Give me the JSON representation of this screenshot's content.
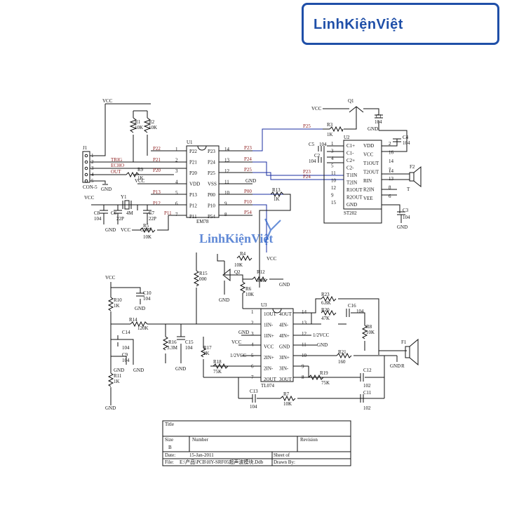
{
  "brand": {
    "name": "LinhKiệnViệt",
    "color": "#1f4fa8"
  },
  "watermark": "LinhKiệnViệt",
  "power": {
    "vcc": "VCC",
    "gnd": "GND",
    "half_vcc": "1/2VCC"
  },
  "connector": {
    "ref": "J1",
    "name": "CON-5",
    "pins": [
      "1",
      "2",
      "3",
      "4",
      "5"
    ],
    "signals": [
      "TRIG",
      "ECHO",
      "OUT"
    ]
  },
  "u1": {
    "ref": "U1",
    "name": "EM78",
    "left_pins": [
      [
        "P22",
        "1"
      ],
      [
        "P21",
        "2"
      ],
      [
        "P20",
        "3"
      ],
      [
        "VDD",
        "4"
      ],
      [
        "P13",
        "5"
      ],
      [
        "P12",
        "6"
      ],
      [
        "P11",
        "7"
      ]
    ],
    "right_pins": [
      [
        "P23",
        "14"
      ],
      [
        "P24",
        "13"
      ],
      [
        "P25",
        "12"
      ],
      [
        "VSS",
        "11"
      ],
      [
        "P00",
        "10"
      ],
      [
        "P10",
        "9"
      ],
      [
        "P54",
        "8"
      ]
    ]
  },
  "u2": {
    "ref": "U2",
    "name": "ST202",
    "left_pins": [
      [
        "C1+",
        "1"
      ],
      [
        "C1-",
        "3"
      ],
      [
        "C2+",
        "4"
      ],
      [
        "C2-",
        "5"
      ],
      [
        "T1IN",
        "11"
      ],
      [
        "T2IN",
        "10"
      ],
      [
        "R1OUT",
        "12"
      ],
      [
        "R2OUT",
        "9"
      ],
      [
        "GND",
        "15"
      ]
    ],
    "right_pins": [
      [
        "VDD",
        "2"
      ],
      [
        "VCC",
        "16"
      ],
      [
        "T1OUT",
        "14"
      ],
      [
        "T2OUT",
        "7"
      ],
      [
        "RIN",
        "13"
      ],
      [
        "R2IN",
        "8"
      ],
      [
        "VEE",
        "6"
      ]
    ]
  },
  "u3": {
    "ref": "U3",
    "name": "TL074",
    "left_pins": [
      [
        "1OUT",
        "1"
      ],
      [
        "1IN-",
        "2"
      ],
      [
        "1IN+",
        "3"
      ],
      [
        "VCC",
        "4"
      ],
      [
        "2IN+",
        "5"
      ],
      [
        "2IN-",
        "6"
      ],
      [
        "2OUT",
        "7"
      ]
    ],
    "right_pins": [
      [
        "4OUT",
        "14"
      ],
      [
        "4IN-",
        "13"
      ],
      [
        "4IN+",
        "12"
      ],
      [
        "GND",
        "11"
      ],
      [
        "3IN+",
        "10"
      ],
      [
        "3IN-",
        "9"
      ],
      [
        "3OUT",
        "8"
      ]
    ]
  },
  "nets": {
    "p22": "P22",
    "p21": "P21",
    "p20": "P20",
    "p13": "P13",
    "p12": "P12",
    "p11": "P11",
    "p23": "P23",
    "p24": "P24",
    "p25": "P25",
    "p00": "P00",
    "p10": "P10",
    "p54": "P54"
  },
  "transistors": {
    "q1": "Q1",
    "q2": "Q2"
  },
  "transducers": {
    "f2": "F2",
    "t": "T",
    "f1": "F1",
    "r": "R"
  },
  "crystal": {
    "ref": "Y1",
    "value": "4M"
  },
  "components": {
    "r1": [
      "R1",
      "10K"
    ],
    "r2": [
      "R2",
      "10K"
    ],
    "r9": [
      "R9",
      "1K"
    ],
    "r5": [
      "R5",
      "10K"
    ],
    "r3": [
      "R3",
      "1K"
    ],
    "r13": [
      "R13",
      "1K"
    ],
    "r4": [
      "R4",
      "10K"
    ],
    "r12": [
      "R12",
      "3.9K"
    ],
    "r6": [
      "R6",
      "10K"
    ],
    "r15": [
      "R15",
      "000"
    ],
    "r10": [
      "R10",
      "1K"
    ],
    "r14": [
      "R14",
      "120K"
    ],
    "r16": [
      "R16",
      "3.3M"
    ],
    "r11": [
      "R11",
      "1K"
    ],
    "r17": [
      "R17",
      "2K"
    ],
    "r18": [
      "R18",
      "75K"
    ],
    "r23": [
      "R23",
      "6.8K"
    ],
    "r20": [
      "R20",
      "47K"
    ],
    "r8": [
      "R8",
      "10K"
    ],
    "r21": [
      "R21",
      "160"
    ],
    "r19": [
      "R19",
      "75K"
    ],
    "r7": [
      "R7",
      "10K"
    ],
    "c1": [
      "C1",
      "104"
    ],
    "c4": [
      "C4",
      "104"
    ],
    "c5": [
      "C5",
      "104"
    ],
    "c2": [
      "C2",
      "104"
    ],
    "c3": [
      "C3",
      "104"
    ],
    "c8": [
      "C8",
      "104"
    ],
    "c6": [
      "C6",
      "22P"
    ],
    "c7": [
      "C7",
      "22P"
    ],
    "c10": [
      "C10",
      "104"
    ],
    "c14": [
      "C14",
      "104"
    ],
    "c9": [
      "C9",
      "104"
    ],
    "c15": [
      "C15",
      "104"
    ],
    "c16": [
      "C16",
      "104"
    ],
    "c12": [
      "C12",
      "102"
    ],
    "c13": [
      "C13",
      "104"
    ],
    "c11": [
      "C11",
      "102"
    ]
  },
  "title_block": {
    "title_label": "Title",
    "size_label": "Size",
    "size_value": "B",
    "number_label": "Number",
    "revision_label": "Revision",
    "date_label": "Date:",
    "date_value": "15-Jan-2011",
    "sheet_label": "Sheet of",
    "file_label": "File:",
    "file_value": "E:\\产品\\PCB\\HY-SRF05超声波模块.Ddb",
    "drawn_label": "Drawn By:"
  },
  "colors": {
    "wire": "#111111",
    "bus": "#1a2ea0",
    "net": "#8b1a1a",
    "watermark": "#2b62c9"
  }
}
